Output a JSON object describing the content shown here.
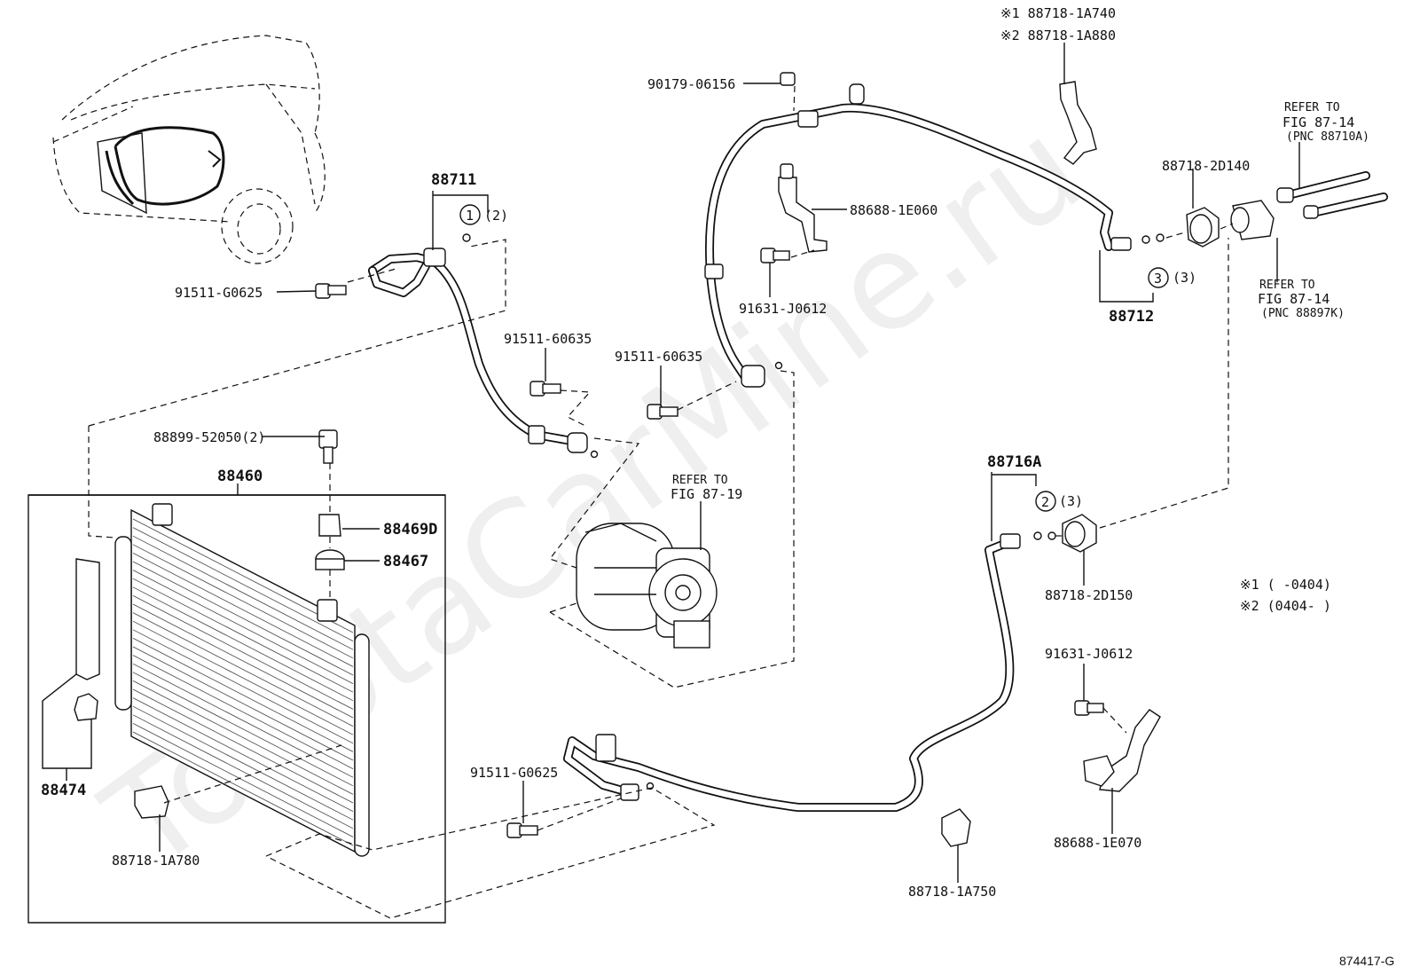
{
  "parts": {
    "p1": "※1 88718-1A740",
    "p2": "※2 88718-1A880",
    "p3": "90179-06156",
    "p4": "REFER TO",
    "p5": "FIG 87-14",
    "p6": "(PNC 88710A)",
    "p7": "88718-2D140",
    "p8": "88711",
    "p9": "(2)",
    "p10": "88688-1E060",
    "p11": "91511-G0625",
    "p12": "(3)",
    "p13": "88712",
    "p14": "REFER TO",
    "p15": "FIG 87-14",
    "p16": "(PNC 88897K)",
    "p17": "91631-J0612",
    "p18": "91511-60635",
    "p19": "91511-60635",
    "p20": "88899-52050(2)",
    "p21": "88460",
    "p22": "88716A",
    "p23": "(3)",
    "p24": "REFER TO",
    "p25": "FIG 87-19",
    "p26": "88469D",
    "p27": "88467",
    "p28": "88718-2D150",
    "p29": "※1 (     -0404)",
    "p30": "※2 (0404-      )",
    "p31": "91631-J0612",
    "p32": "88474",
    "p33": "91511-G0625",
    "p34": "88718-1A780",
    "p35": "88688-1E070",
    "p36": "88718-1A750",
    "circle1": "1",
    "circle2": "2",
    "circle3": "3"
  },
  "watermark": "ToyotaCarMine.ru",
  "figure_code": "874417-G"
}
